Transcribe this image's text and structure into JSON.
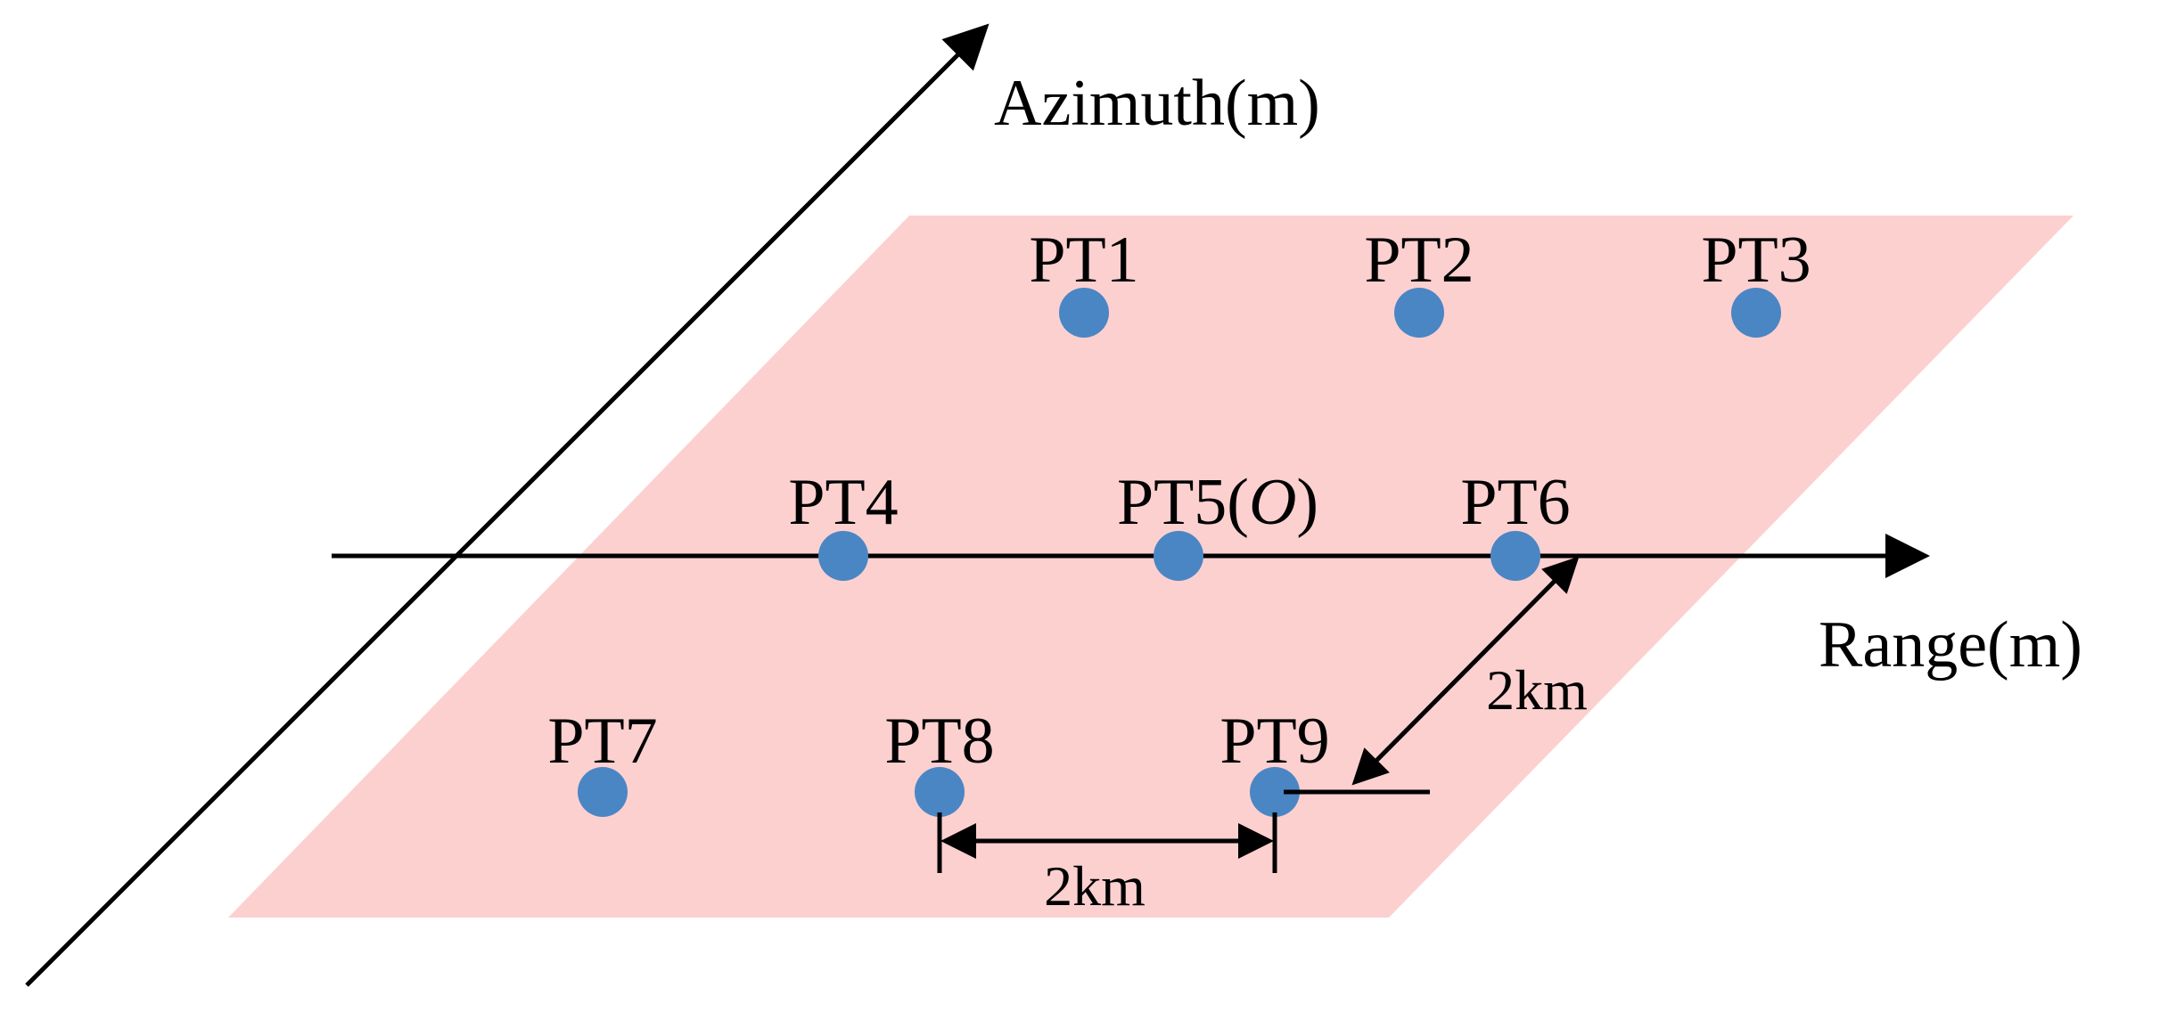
{
  "colors": {
    "plane_fill": "#fdd0d0",
    "point_fill": "#4a86c4",
    "ink": "#000000"
  },
  "axes": {
    "azimuth_label": "Azimuth(m)",
    "range_label": "Range(m)"
  },
  "points": [
    {
      "id": "PT1",
      "label": "PT1"
    },
    {
      "id": "PT2",
      "label": "PT2"
    },
    {
      "id": "PT3",
      "label": "PT3"
    },
    {
      "id": "PT4",
      "label": "PT4"
    },
    {
      "id": "PT5",
      "label_main": "PT5(",
      "label_italic": "O",
      "label_close": ")"
    },
    {
      "id": "PT6",
      "label": "PT6"
    },
    {
      "id": "PT7",
      "label": "PT7"
    },
    {
      "id": "PT8",
      "label": "PT8"
    },
    {
      "id": "PT9",
      "label": "PT9"
    }
  ],
  "dimensions": {
    "range_spacing": "2km",
    "azimuth_spacing": "2km"
  }
}
